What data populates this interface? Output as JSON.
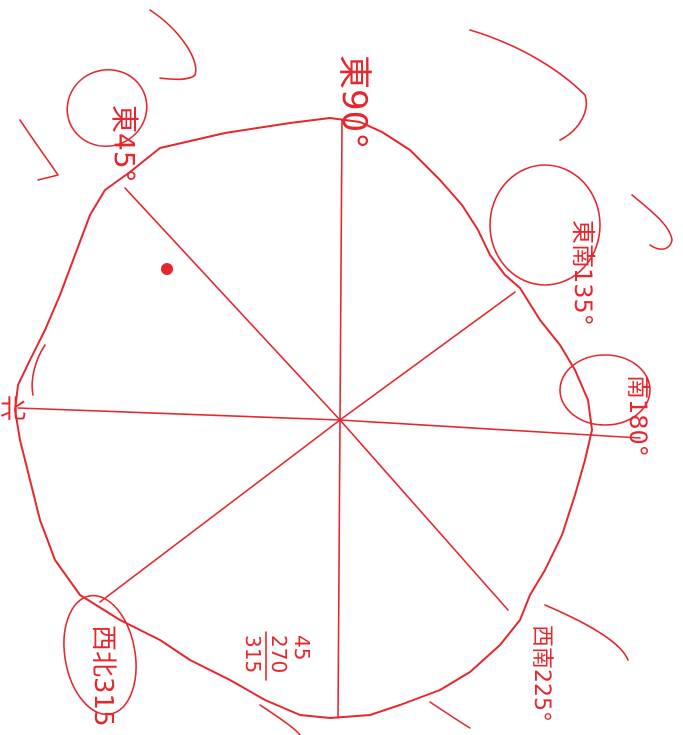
{
  "diagram": {
    "ink_color": "#e5282e",
    "labels": {
      "east_90": "東90°",
      "northeast_45": "東45°",
      "southeast_135": "東南135°",
      "south_180": "南180°",
      "southwest_225": "西南225°",
      "northwest_315": "西北315",
      "north_mark": "北"
    },
    "sum_note": {
      "line1": "45",
      "line2": "270",
      "line3": "315"
    }
  }
}
